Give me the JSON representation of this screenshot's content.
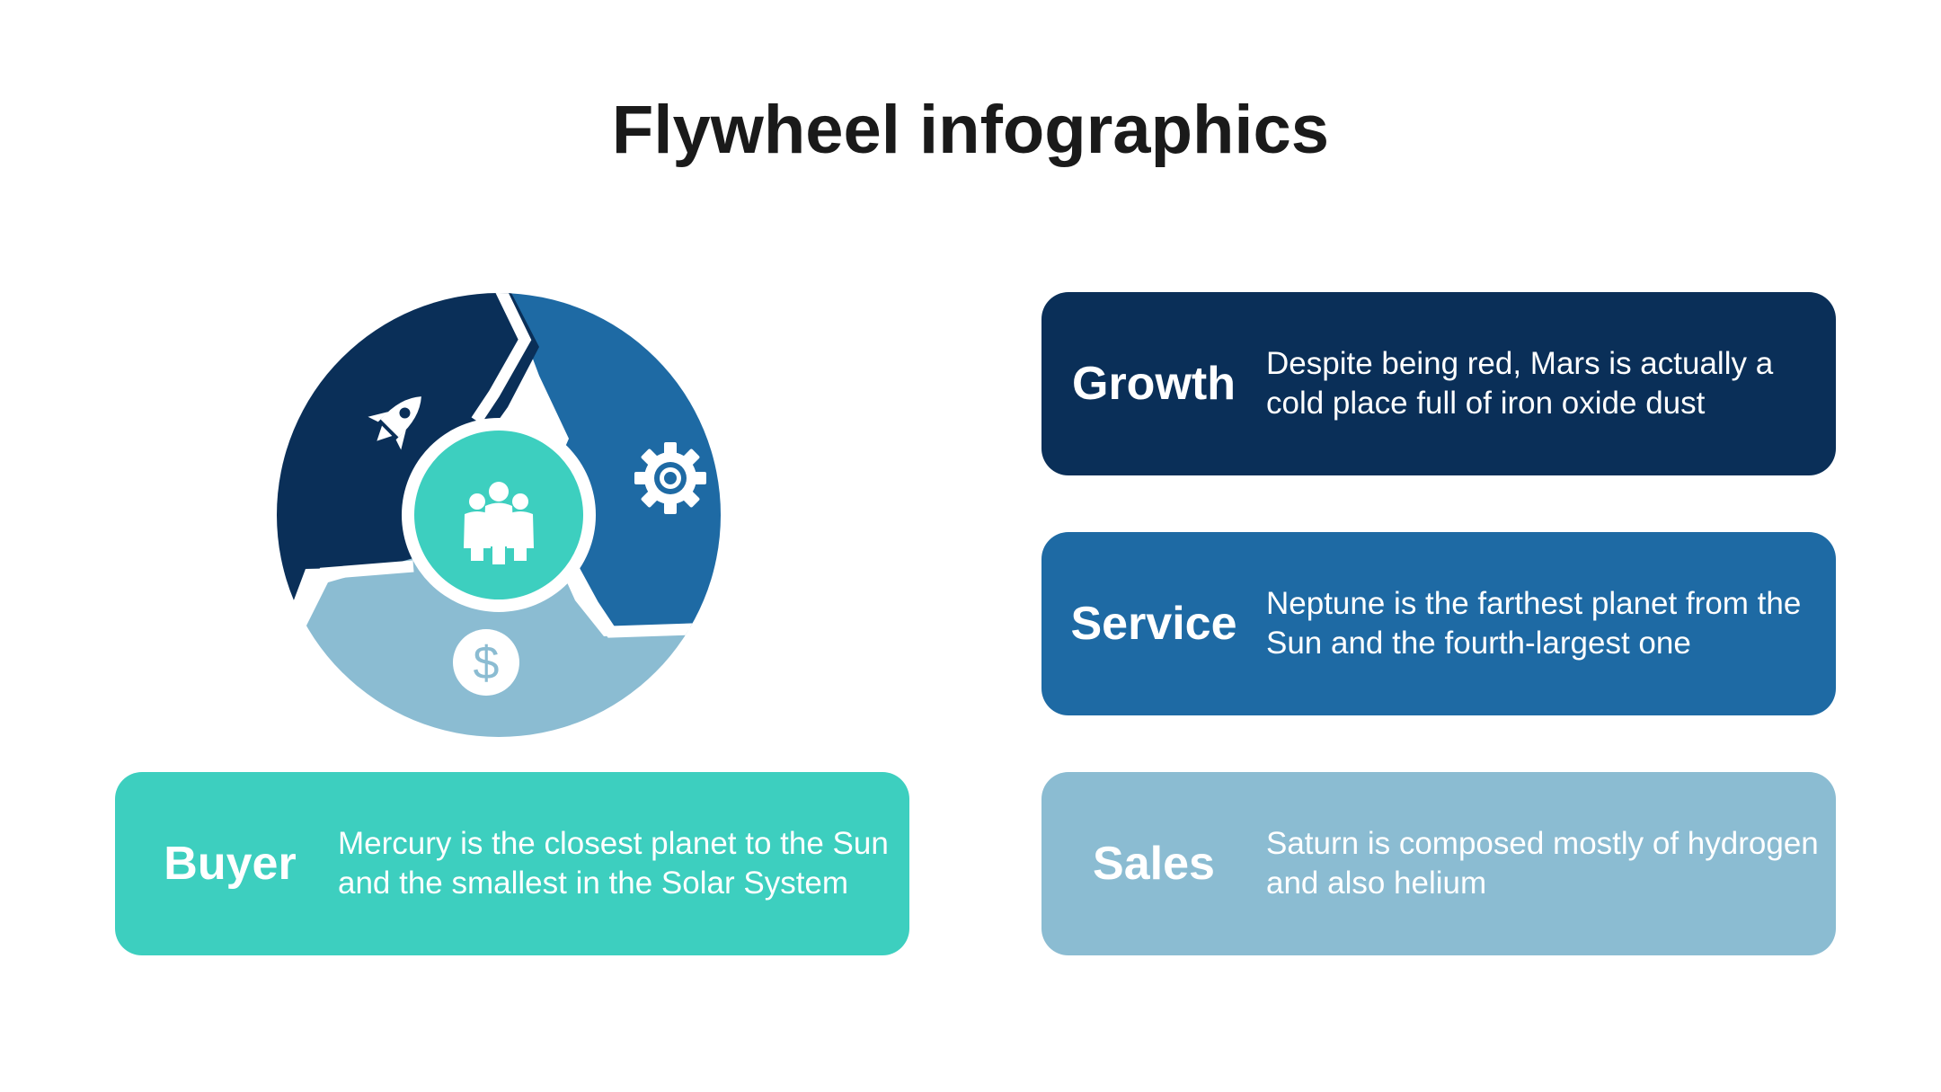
{
  "title": "Flywheel infographics",
  "colors": {
    "growth": "#0a2f58",
    "service": "#1e6aa4",
    "sales": "#8bbcd2",
    "buyer": "#3dcfbf",
    "background": "#ffffff",
    "title_text": "#1a1a1a"
  },
  "wheel": {
    "segments": [
      {
        "name": "Growth",
        "icon": "rocket-icon"
      },
      {
        "name": "Service",
        "icon": "gear-icon"
      },
      {
        "name": "Sales",
        "icon": "dollar-icon"
      }
    ],
    "center": {
      "name": "Buyer",
      "icon": "people-icon"
    }
  },
  "cards": {
    "growth": {
      "label": "Growth",
      "desc_line1": "Despite being red, Mars is actually a",
      "desc_line2": "cold place full of iron oxide dust"
    },
    "service": {
      "label": "Service",
      "desc_line1": "Neptune is the farthest planet from the",
      "desc_line2": "Sun and the fourth-largest one"
    },
    "sales": {
      "label": "Sales",
      "desc_line1": "Saturn is composed mostly of hydrogen",
      "desc_line2": "and also helium"
    },
    "buyer": {
      "label": "Buyer",
      "desc_line1": "Mercury is the closest planet to the Sun",
      "desc_line2": "and the smallest in the Solar System"
    }
  }
}
